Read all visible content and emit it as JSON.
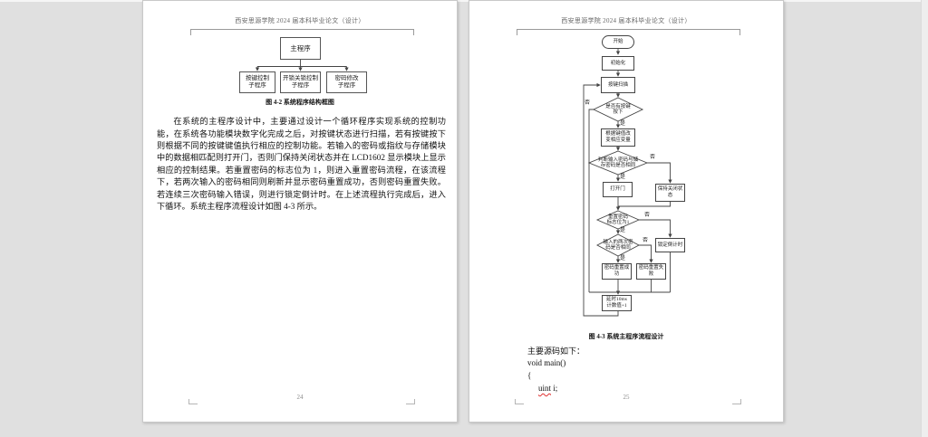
{
  "colors": {
    "canvas": "#e0e0e0",
    "page": "#ffffff",
    "spellcheck_underline": "#e03030"
  },
  "pages": {
    "left": {
      "header": "西安思源学院 2024 届本科毕业论文（设计）",
      "org_chart": {
        "root": "主程序",
        "children": [
          {
            "line1": "按键控制",
            "line2": "子程序"
          },
          {
            "line1": "开锁关锁控制",
            "line2": "子程序"
          },
          {
            "line1": "密码修改",
            "line2": "子程序"
          }
        ],
        "caption": "图 4-2 系统程序结构框图"
      },
      "paragraph": "在系统的主程序设计中，主要通过设计一个循环程序实现系统的控制功能，在系统各功能模块数字化完成之后，对按键状态进行扫描，若有按键按下则根据不同的按键键值执行相应的控制功能。若输入的密码或指纹与存储模块中的数据相匹配则打开门，否则门保持关闭状态并在 LCD1602 显示模块上显示相应的控制结果。若重置密码的标志位为 1，则进入重置密码流程，在该流程下，若两次输入的密码相同则刷新并显示密码重置成功，否则密码重置失败。若连续三次密码输入错误，则进行锁定倒计时。在上述流程执行完成后，进入下循环。系统主程序流程设计如图 4-3 所示。",
      "page_number": "24"
    },
    "right": {
      "header": "西安思源学院 2024 届本科毕业论文（设计）",
      "flowchart": {
        "caption": "图 4-3 系统主程序流程设计",
        "labels": {
          "start": "开始",
          "init": "初始化",
          "scan": "按键扫描",
          "d1_1": "是否有按键",
          "d1_2": "按下",
          "r2_1": "根据键值改",
          "r2_2": "变相应变量",
          "d2_1": "判断输入密码与储",
          "d2_2": "存密码是否相同",
          "open": "打开门",
          "keep_1": "保持关闭状",
          "keep_2": "态",
          "d3_1": "重置密码",
          "d3_2": "标志位为1",
          "lock": "锁定倒计时",
          "d4_1": "输入的两次密",
          "d4_2": "码是否相同",
          "ok_1": "密码重置成",
          "ok_2": "功",
          "fail_1": "密码重置失",
          "fail_2": "败",
          "delay_1": "延时10ms",
          "delay_2": "计数值+1",
          "yes": "是",
          "no": "否"
        }
      },
      "code": {
        "intro": "主要源码如下：",
        "line1": "void main()",
        "line2": "{",
        "uint": "uint",
        "rest": " i;"
      },
      "page_number": "25"
    }
  }
}
